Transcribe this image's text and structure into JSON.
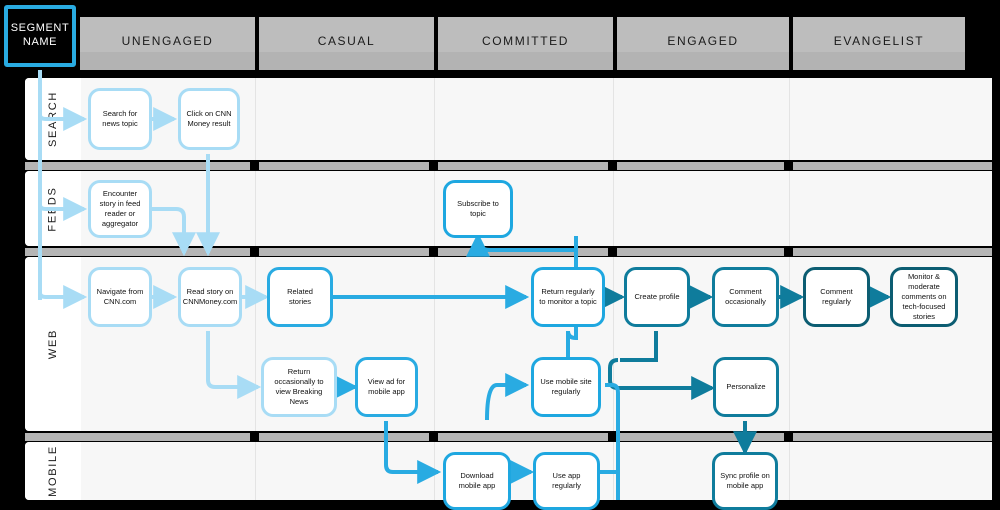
{
  "header": {
    "segment_label": "SEGMENT NAME",
    "columns": [
      {
        "id": "unengaged",
        "label": "UNENGAGED"
      },
      {
        "id": "casual",
        "label": "CASUAL"
      },
      {
        "id": "committed",
        "label": "COMMITTED"
      },
      {
        "id": "engaged",
        "label": "ENGAGED"
      },
      {
        "id": "evangelist",
        "label": "EVANGELIST"
      }
    ]
  },
  "lanes": [
    {
      "id": "search",
      "label": "SEARCH"
    },
    {
      "id": "feeds",
      "label": "FEEDS"
    },
    {
      "id": "web",
      "label": "WEB"
    },
    {
      "id": "mobile",
      "label": "MOBILE"
    }
  ],
  "nodes": {
    "search_news": "Search for news topic",
    "click_cnn_money": "Click on CNN Money result",
    "encounter_feed": "Encounter story in feed reader or aggregator",
    "subscribe_topic": "Subscribe to topic",
    "navigate_cnn": "Navigate from CNN.com",
    "read_story": "Read story on CNNMoney.com",
    "related_stories": "Related stories",
    "return_monitor": "Return regularly to monitor a topic",
    "create_profile": "Create profile",
    "comment_occasionally": "Comment occasionally",
    "comment_regularly": "Comment regularly",
    "monitor_moderate": "Monitor & moderate comments on tech-focused stories",
    "return_breaking": "Return occasionally to view Breaking News",
    "view_ad": "View ad for mobile app",
    "use_mobile_site": "Use mobile site regularly",
    "personalize": "Personalize",
    "download_app": "Download mobile app",
    "use_app": "Use app regularly",
    "sync_profile": "Sync profile on mobile app"
  },
  "colors": {
    "stage_unengaged": "#A8DCF5",
    "stage_casual": "#29ABE2",
    "stage_committed": "#1EA7E0",
    "stage_engaged": "#0F7C9C",
    "stage_evangelist": "#0C5D72",
    "background": "#000000",
    "header_band": "#BDBDBD",
    "lane_fill": "#F7F7F7",
    "separator": "#B5B5B5"
  }
}
